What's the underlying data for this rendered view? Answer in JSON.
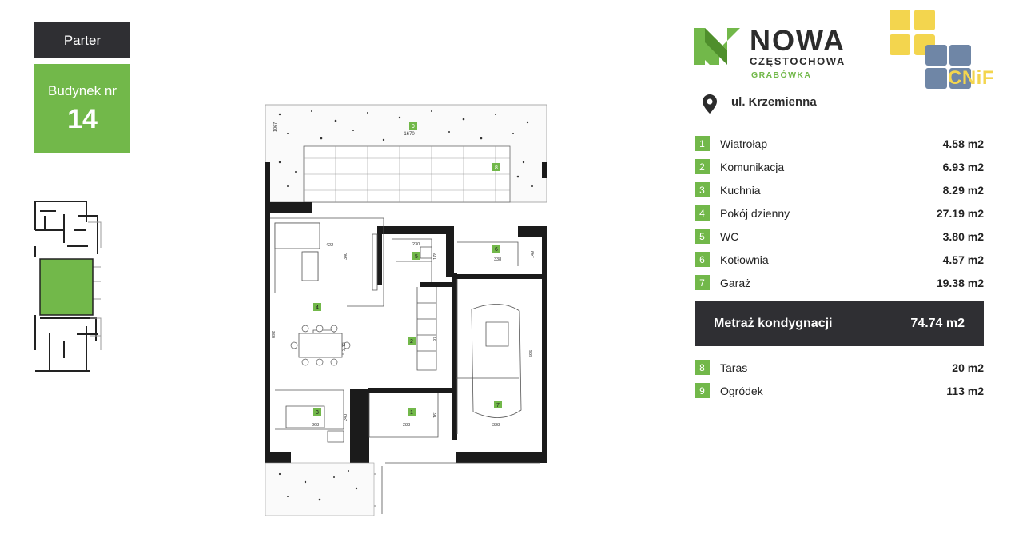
{
  "floor_label": "Parter",
  "building": {
    "label": "Budynek nr",
    "number": "14"
  },
  "logo": {
    "title": "NOWA",
    "subtitle": "CZĘSTOCHOWA",
    "district": "GRABÓWKA"
  },
  "partner_logo": {
    "text": "CNiF"
  },
  "address": {
    "icon": "map-pin-icon",
    "street": "ul. Krzemienna"
  },
  "rooms": [
    {
      "index": "1",
      "name": "Wiatrołap",
      "area": "4.58 m2"
    },
    {
      "index": "2",
      "name": "Komunikacja",
      "area": "6.93 m2"
    },
    {
      "index": "3",
      "name": "Kuchnia",
      "area": "8.29 m2"
    },
    {
      "index": "4",
      "name": "Pokój dzienny",
      "area": "27.19 m2"
    },
    {
      "index": "5",
      "name": "WC",
      "area": "3.80 m2"
    },
    {
      "index": "6",
      "name": "Kotłownia",
      "area": "4.57 m2"
    },
    {
      "index": "7",
      "name": "Garaż",
      "area": "19.38 m2"
    }
  ],
  "total": {
    "label": "Metraż kondygnacji",
    "value": "74.74 m2"
  },
  "extras": [
    {
      "index": "8",
      "name": "Taras",
      "area": "20 m2"
    },
    {
      "index": "9",
      "name": "Ogródek",
      "area": "113 m2"
    }
  ],
  "plan": {
    "labels": [
      "1",
      "2",
      "3",
      "4",
      "5",
      "6",
      "7",
      "8",
      "9"
    ],
    "dimensions": [
      "1670",
      "1067",
      "422",
      "340",
      "230",
      "178",
      "338",
      "149",
      "892",
      "3.12",
      "97",
      "595",
      "240",
      "368",
      "283",
      "161",
      "338"
    ]
  },
  "colors": {
    "green": "#72b84a",
    "dark": "#2f2f33",
    "yellow": "#f3d54e",
    "blue": "#6f86a6"
  }
}
